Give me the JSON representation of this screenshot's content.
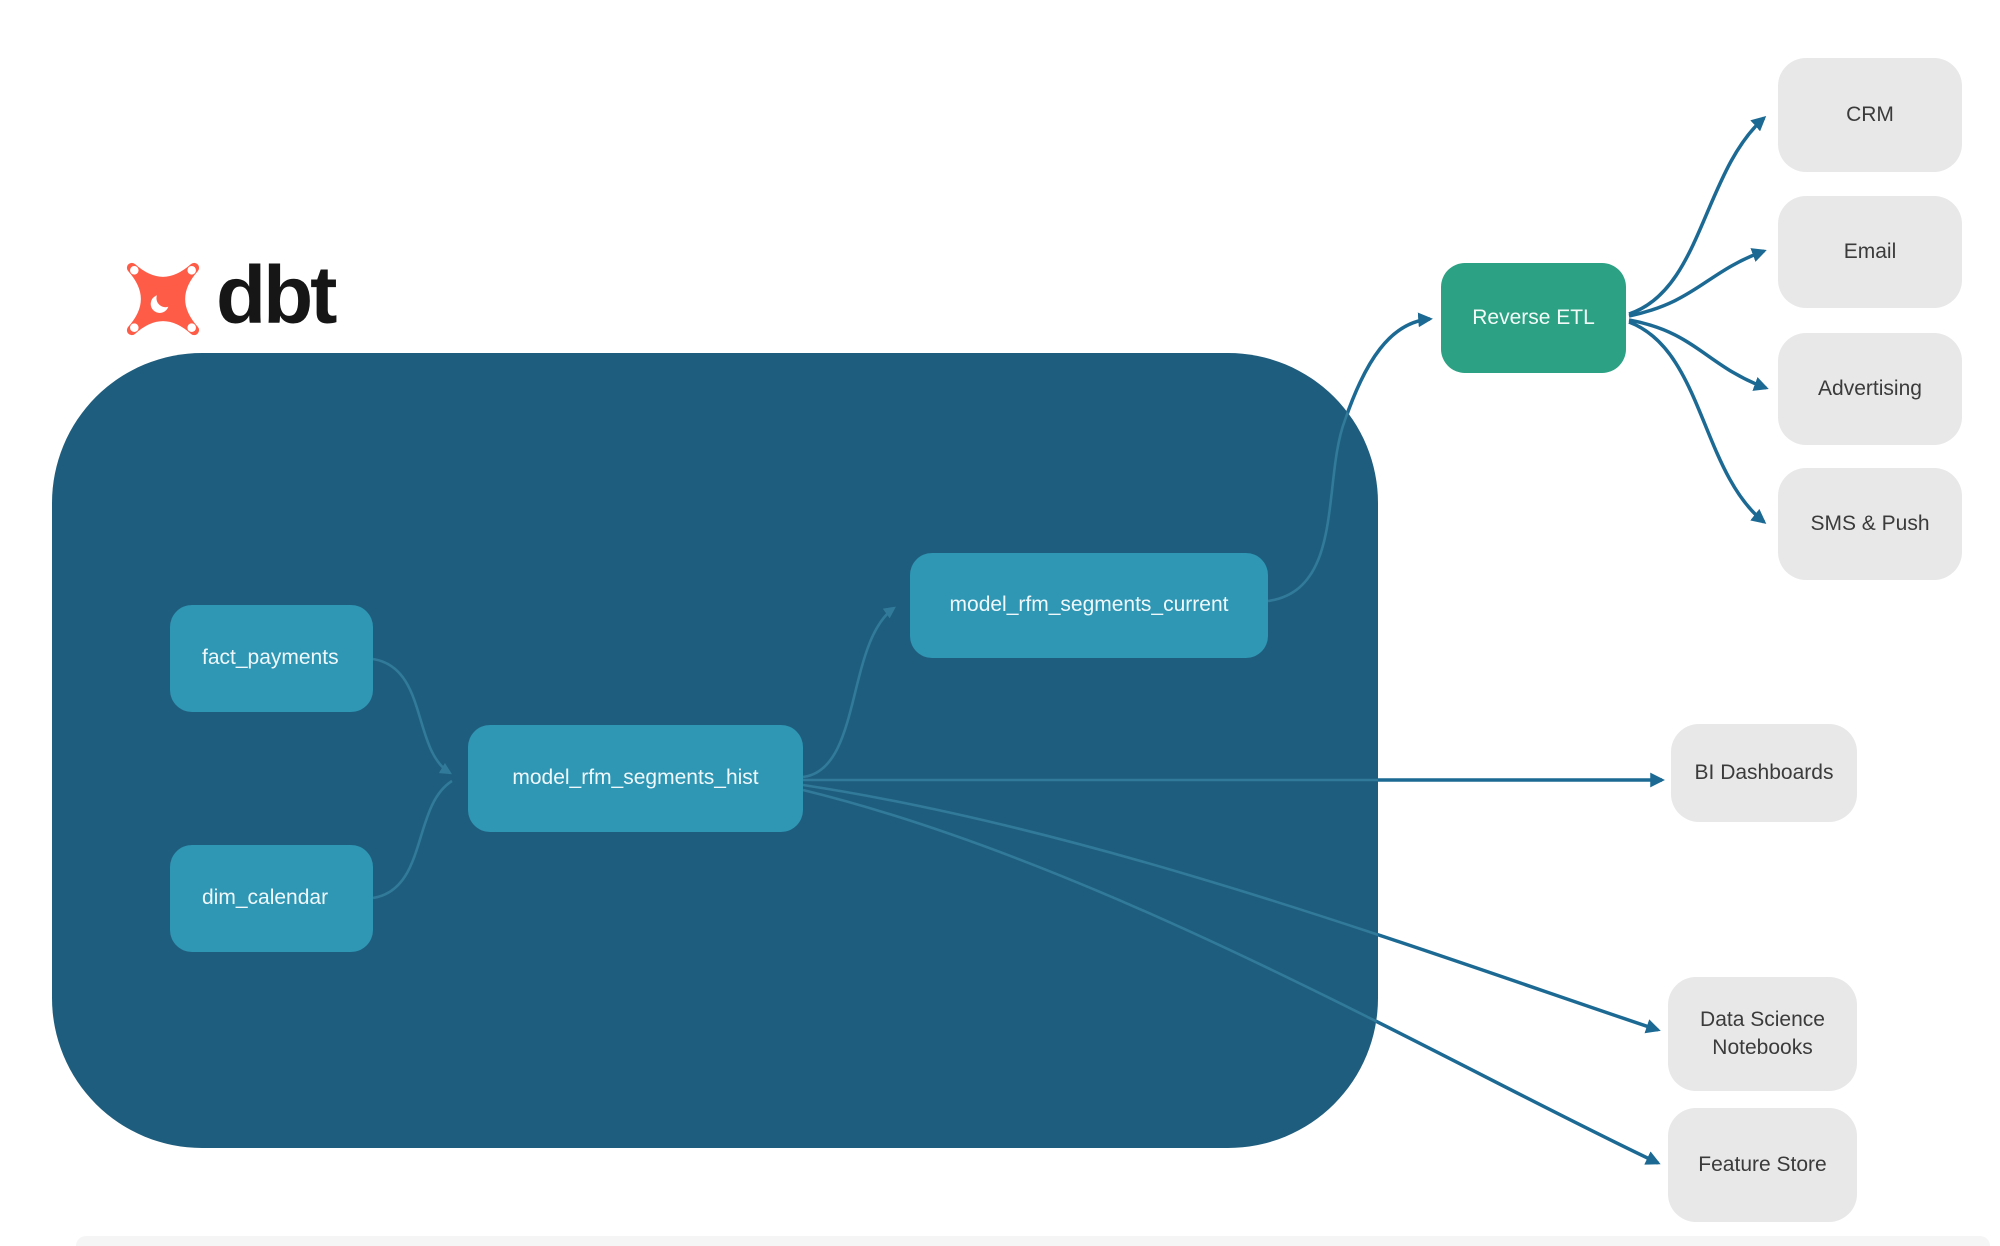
{
  "brand": {
    "name": "dbt"
  },
  "colors": {
    "container": "#1e5d7d",
    "model_node": "#2f96b4",
    "activation_node": "#2ca183",
    "destination_node": "#e8e8e8",
    "edge_outside": "#1c6a94",
    "edge_inside": "#327a99",
    "logo_orange": "#ff5c47",
    "wordmark": "#161616"
  },
  "warehouse_nodes": [
    {
      "id": "fact_payments",
      "label": "fact_payments"
    },
    {
      "id": "dim_calendar",
      "label": "dim_calendar"
    },
    {
      "id": "model_rfm_segments_hist",
      "label": "model_rfm_segments_hist"
    },
    {
      "id": "model_rfm_segments_current",
      "label": "model_rfm_segments_current"
    }
  ],
  "activation_node": {
    "id": "reverse_etl",
    "label": "Reverse ETL"
  },
  "destination_nodes": [
    {
      "id": "crm",
      "label": "CRM"
    },
    {
      "id": "email",
      "label": "Email"
    },
    {
      "id": "advertising",
      "label": "Advertising"
    },
    {
      "id": "sms_push",
      "label": "SMS & Push"
    }
  ],
  "consumer_nodes": [
    {
      "id": "bi_dashboards",
      "label": "BI Dashboards"
    },
    {
      "id": "ds_notebooks",
      "label": "Data Science Notebooks"
    },
    {
      "id": "feature_store",
      "label": "Feature Store"
    }
  ],
  "edges": [
    {
      "from": "fact_payments",
      "to": "model_rfm_segments_hist"
    },
    {
      "from": "dim_calendar",
      "to": "model_rfm_segments_hist"
    },
    {
      "from": "model_rfm_segments_hist",
      "to": "model_rfm_segments_current"
    },
    {
      "from": "model_rfm_segments_current",
      "to": "reverse_etl"
    },
    {
      "from": "reverse_etl",
      "to": "crm"
    },
    {
      "from": "reverse_etl",
      "to": "email"
    },
    {
      "from": "reverse_etl",
      "to": "advertising"
    },
    {
      "from": "reverse_etl",
      "to": "sms_push"
    },
    {
      "from": "model_rfm_segments_hist",
      "to": "bi_dashboards"
    },
    {
      "from": "model_rfm_segments_hist",
      "to": "ds_notebooks"
    },
    {
      "from": "model_rfm_segments_hist",
      "to": "feature_store"
    }
  ]
}
